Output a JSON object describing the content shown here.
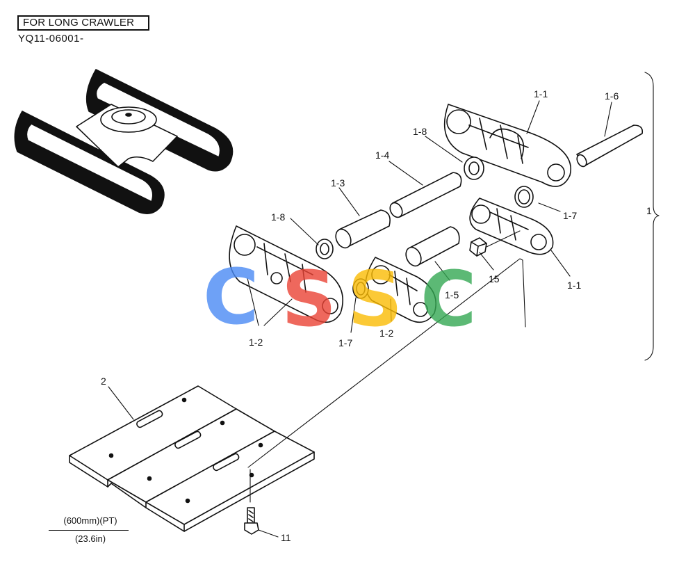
{
  "header": {
    "title": "FOR LONG CRAWLER",
    "code": "YQ11-06001-"
  },
  "callouts": {
    "assembly": "1",
    "link_1_1_top": "1-1",
    "link_1_1_bottom": "1-1",
    "link_1_2_left": "1-2",
    "link_1_2_right": "1-2",
    "bushing_1_3": "1-3",
    "pin_1_4": "1-4",
    "bushing_1_5": "1-5",
    "pin_1_6": "1-6",
    "ring_1_7_right": "1-7",
    "ring_1_7_left": "1-7",
    "seal_1_8_top": "1-8",
    "seal_1_8_left": "1-8",
    "shoe": "2",
    "bolt": "11",
    "nut": "15"
  },
  "shoe_size": {
    "metric": "(600mm)(PT)",
    "imperial": "(23.6in)"
  },
  "watermark": {
    "letters": [
      "C",
      "S",
      "S",
      "C"
    ],
    "colors": [
      "#4a8af4",
      "#ea4335",
      "#fbbc05",
      "#34a853"
    ]
  }
}
